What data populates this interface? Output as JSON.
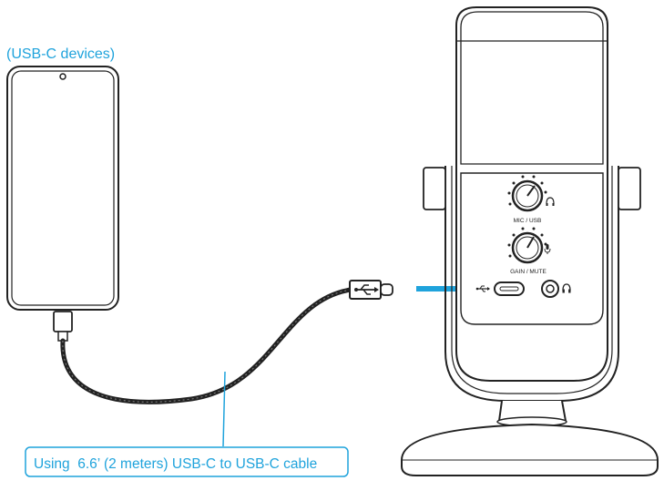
{
  "phone_caption": "(USB-C devices)",
  "cable_caption": "Using  6.6’ (2 meters) USB-C to USB-C cable",
  "mic_panel": {
    "top_knob_label": "MIC / USB",
    "bottom_knob_label": "GAIN / MUTE"
  },
  "icons": [
    "usb-icon",
    "headphone-icon",
    "mic-icon",
    "arrow-right-icon",
    "usb-c-port",
    "headphone-jack"
  ],
  "colors": {
    "accent": "#1fa3dc",
    "line": "#222222"
  }
}
